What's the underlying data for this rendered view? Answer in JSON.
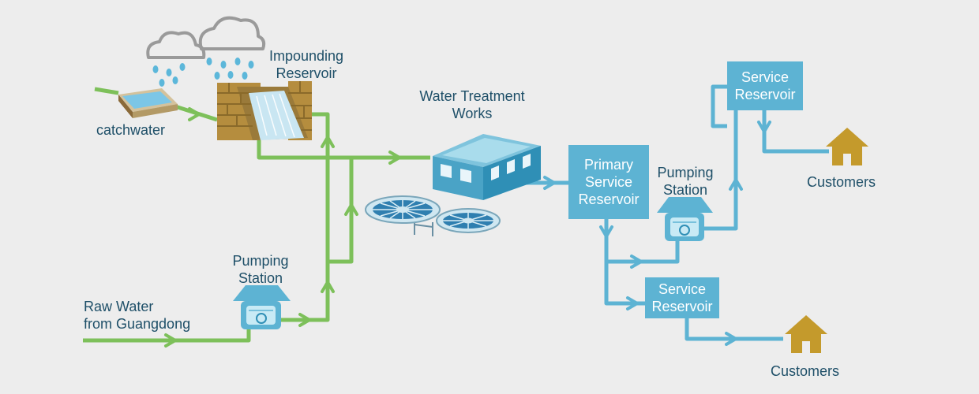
{
  "colors": {
    "background": "#ededed",
    "raw_water_pipe": "#7dc05a",
    "treated_water_pipe": "#5db3d3",
    "label_text": "#1e4f68",
    "box_text": "#ffffff",
    "house": "#c49a2c",
    "cloud": "#9a9a9a",
    "rain": "#5cb7da"
  },
  "labels": {
    "impounding_reservoir": [
      "Impounding",
      "Reservoir"
    ],
    "catchwater": "catchwater",
    "water_treatment_works": [
      "Water Treatment",
      "Works"
    ],
    "raw_water": [
      "Raw Water",
      "from Guangdong"
    ],
    "pumping_station_raw": [
      "Pumping",
      "Station"
    ],
    "pumping_station_treated": [
      "Pumping",
      "Station"
    ],
    "customers_upper": "Customers",
    "customers_lower": "Customers"
  },
  "boxes": {
    "primary_service_reservoir": [
      "Primary",
      "Service",
      "Reservoir"
    ],
    "service_reservoir_upper": [
      "Service",
      "Reservoir"
    ],
    "service_reservoir_lower": [
      "Service",
      "Reservoir"
    ]
  },
  "icons": {
    "clouds": "rain-cloud-icon",
    "dam": "dam-icon",
    "catchwater": "catchwater-channel-icon",
    "treatment_building": "treatment-plant-icon",
    "clarifiers": "clarifier-tank-icon",
    "pump": "pump-icon",
    "house": "house-icon"
  }
}
